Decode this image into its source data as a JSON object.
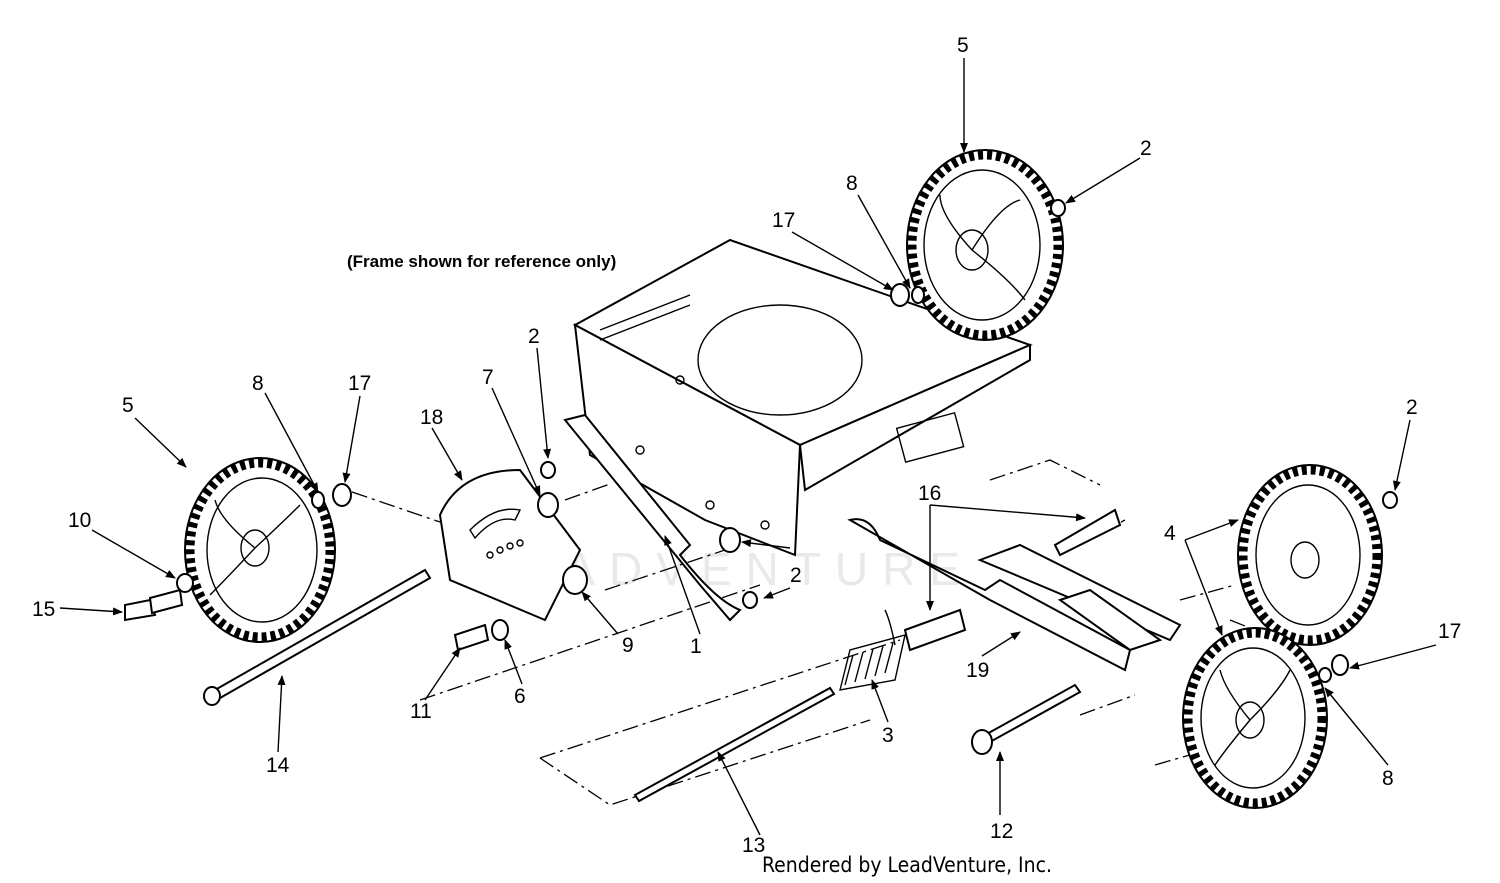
{
  "note": "(Frame shown for reference only)",
  "footer": "Rendered by LeadVenture, Inc.",
  "watermark": "LEADVENTURE",
  "callouts": [
    "5",
    "2",
    "8",
    "17",
    "5",
    "8",
    "17",
    "18",
    "7",
    "2",
    "10",
    "15",
    "14",
    "11",
    "6",
    "9",
    "1",
    "2",
    "16",
    "2",
    "4",
    "17",
    "19",
    "3",
    "13",
    "12",
    "8"
  ]
}
